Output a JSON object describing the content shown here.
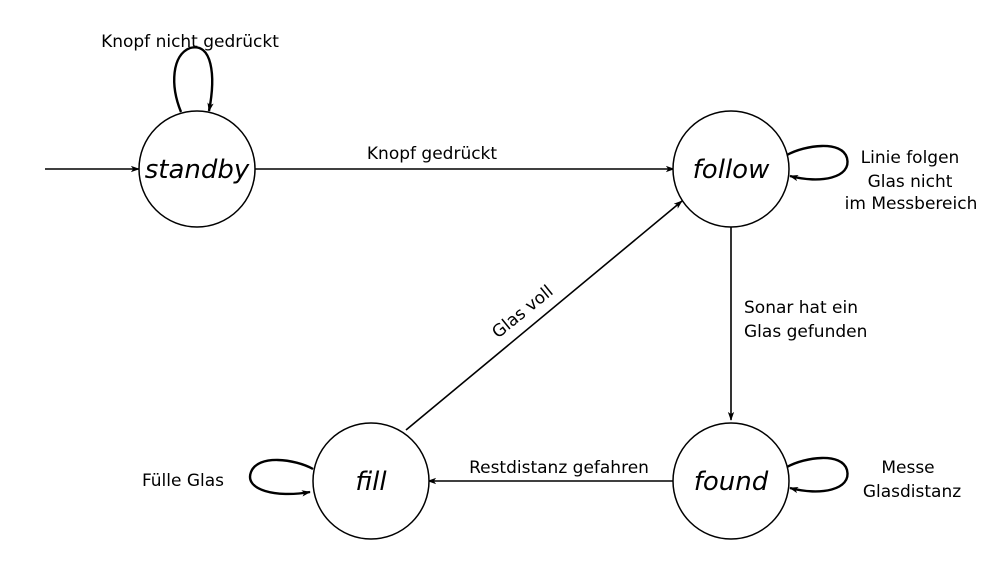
{
  "states": {
    "standby": "standby",
    "follow": "follow",
    "found": "found",
    "fill": "fill"
  },
  "transitions": {
    "start_to_standby": "",
    "standby_loop": "Knopf nicht gedrückt",
    "standby_to_follow": "Knopf gedrückt",
    "follow_loop_line1": "Linie folgen",
    "follow_loop_line2": "Glas nicht",
    "follow_loop_line3": "im Messbereich",
    "follow_to_found_line1": "Sonar hat ein",
    "follow_to_found_line2": "Glas gefunden",
    "found_loop_line1": "Messe",
    "found_loop_line2": "Glasdistanz",
    "found_to_fill": "Restdistanz gefahren",
    "fill_loop": "Fülle Glas",
    "fill_to_follow": "Glas voll"
  }
}
